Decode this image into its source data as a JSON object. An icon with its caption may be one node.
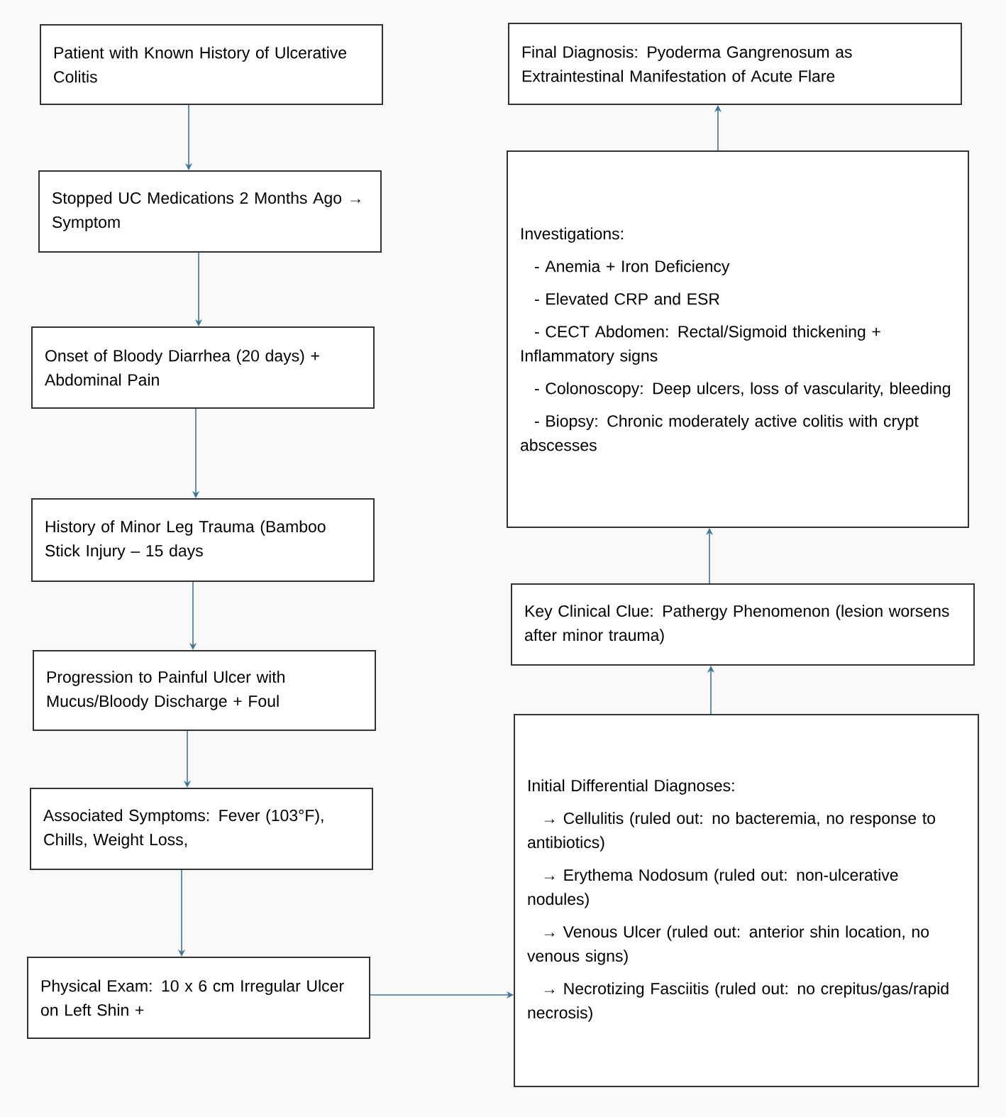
{
  "diagram": {
    "nodes": [
      {
        "text": [
          "Patient with Known History of Ulcerative Colitis"
        ]
      },
      {
        "text": [
          "Stopped UC Medications 2 Months Ago → Symptom"
        ]
      },
      {
        "text": [
          "Onset of Bloody Diarrhea (20 days) + Abdominal Pain"
        ]
      },
      {
        "text": [
          "History of Minor Leg Trauma (Bamboo Stick Injury – 15 days"
        ]
      },
      {
        "text": [
          "Progression to Painful Ulcer with Mucus/Bloody Discharge + Foul"
        ]
      },
      {
        "text": [
          "Associated Symptoms: Fever (103°F), Chills, Weight Loss,"
        ]
      },
      {
        "text": [
          "Physical Exam: 10 x 6 cm Irregular Ulcer on Left Shin +"
        ]
      },
      {
        "text": [
          "Initial Differential Diagnoses:",
          "→ Cellulitis (ruled out: no bacteremia, no response to antibiotics)",
          "→ Erythema Nodosum (ruled out: non-ulcerative nodules)",
          "→ Venous Ulcer (ruled out: anterior shin location, no venous signs)",
          "→ Necrotizing Fasciitis (ruled out: no crepitus/gas/rapid necrosis)"
        ]
      },
      {
        "text": [
          "Key Clinical Clue: Pathergy Phenomenon (lesion worsens after minor trauma)"
        ]
      },
      {
        "text": [
          "Investigations:",
          "- Anemia + Iron Deficiency",
          "- Elevated CRP and ESR",
          "- CECT Abdomen: Rectal/Sigmoid thickening + Inflammatory signs",
          "- Colonoscopy: Deep ulcers, loss of vascularity, bleeding",
          "- Biopsy: Chronic moderately active colitis with crypt abscesses"
        ]
      },
      {
        "text": [
          "Final Diagnosis: Pyoderma Gangrenosum as Extraintestinal Manifestation of Acute Flare"
        ]
      }
    ],
    "edges": [
      {
        "from": 0,
        "to": 1,
        "arrow": "to"
      },
      {
        "from": 1,
        "to": 2,
        "arrow": "to"
      },
      {
        "from": 2,
        "to": 3,
        "arrow": "to"
      },
      {
        "from": 3,
        "to": 4,
        "arrow": "to"
      },
      {
        "from": 4,
        "to": 5,
        "arrow": "to"
      },
      {
        "from": 5,
        "to": 6,
        "arrow": "to"
      },
      {
        "from": 6,
        "to": 7,
        "arrow": "to"
      },
      {
        "from": 7,
        "to": 8,
        "arrow": "to"
      },
      {
        "from": 8,
        "to": 9,
        "arrow": "to"
      },
      {
        "from": 9,
        "to": 10,
        "arrow": "to"
      }
    ]
  }
}
